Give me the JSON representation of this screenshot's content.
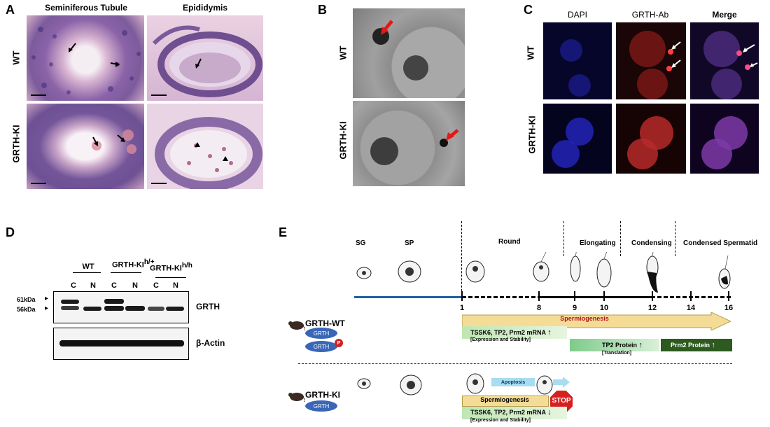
{
  "panelA": {
    "label": "A",
    "col1": "Seminiferous Tubule",
    "col2": "Epididymis",
    "row1": "WT",
    "row2": "GRTH-KI"
  },
  "panelB": {
    "label": "B",
    "row1": "WT",
    "row2": "GRTH-KI"
  },
  "panelC": {
    "label": "C",
    "col1": "DAPI",
    "col2": "GRTH-Ab",
    "col3": "Merge",
    "row1": "WT",
    "row2": "GRTH-KI"
  },
  "panelD": {
    "label": "D",
    "group1": "WT",
    "group2_base": "GRTH-KI",
    "group2_sup": "h/+",
    "group3_base": "GRTH-KI",
    "group3_sup": "h/h",
    "lanes": [
      "C",
      "N",
      "C",
      "N",
      "C",
      "N"
    ],
    "mw1": "61kDa",
    "mw2": "56kDa",
    "blot1": "GRTH",
    "blot2": "β-Actin"
  },
  "panelE": {
    "label": "E",
    "stage_sg": "SG",
    "stage_sp": "SP",
    "stage_round": "Round",
    "stage_elongating": "Elongating",
    "stage_condensing": "Condensing",
    "stage_condensed": "Condensed Spermatid",
    "steps": [
      "1",
      "8",
      "9",
      "10",
      "12",
      "14",
      "16"
    ],
    "wt_label": "GRTH-WT",
    "grth": "GRTH",
    "phospho": "P",
    "spermiogenesis": "Spermiogenesis",
    "mrna": "TSSK6, TP2, Prm2 mRNA",
    "exp_stab": "[Expression and Stability]",
    "tp2_protein": "TP2 Protein",
    "translation": "[Translation]",
    "prm2_protein": "Prm2 Protein",
    "ki_label": "GRTH-KI",
    "apoptosis": "Apoptosis",
    "stop": "STOP",
    "up": "↑",
    "down": "↓",
    "colors": {
      "blue_line": "#1f5fa8",
      "grth_oval": "#3a66b8",
      "spermio": "#f5dc96",
      "mrna_green": "#bfe6b2",
      "tp2_green": "#7ecb8a",
      "prm2_dark": "#2d5a1f",
      "stop_red": "#d62020",
      "apoptosis_blue": "#a8dcf0",
      "divider": "#1f3f7a"
    }
  }
}
